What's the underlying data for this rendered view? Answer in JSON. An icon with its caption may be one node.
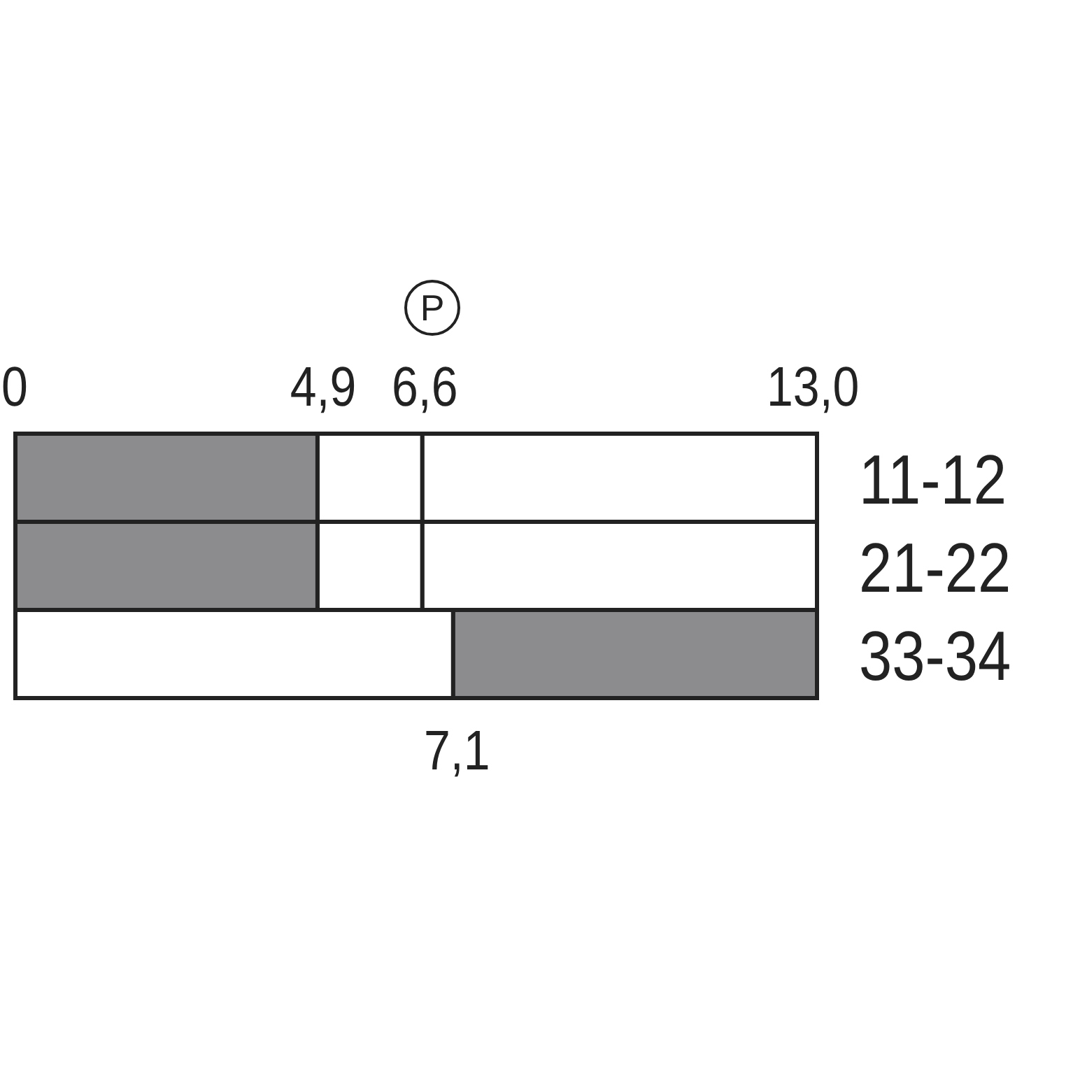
{
  "diagram": {
    "nodes": [
      {
        "text": [
          "P"
        ]
      }
    ],
    "labels": [
      "0",
      "4,9",
      "6,6",
      "13,0",
      "11-12",
      "21-22",
      "33-34",
      "7,1"
    ]
  }
}
